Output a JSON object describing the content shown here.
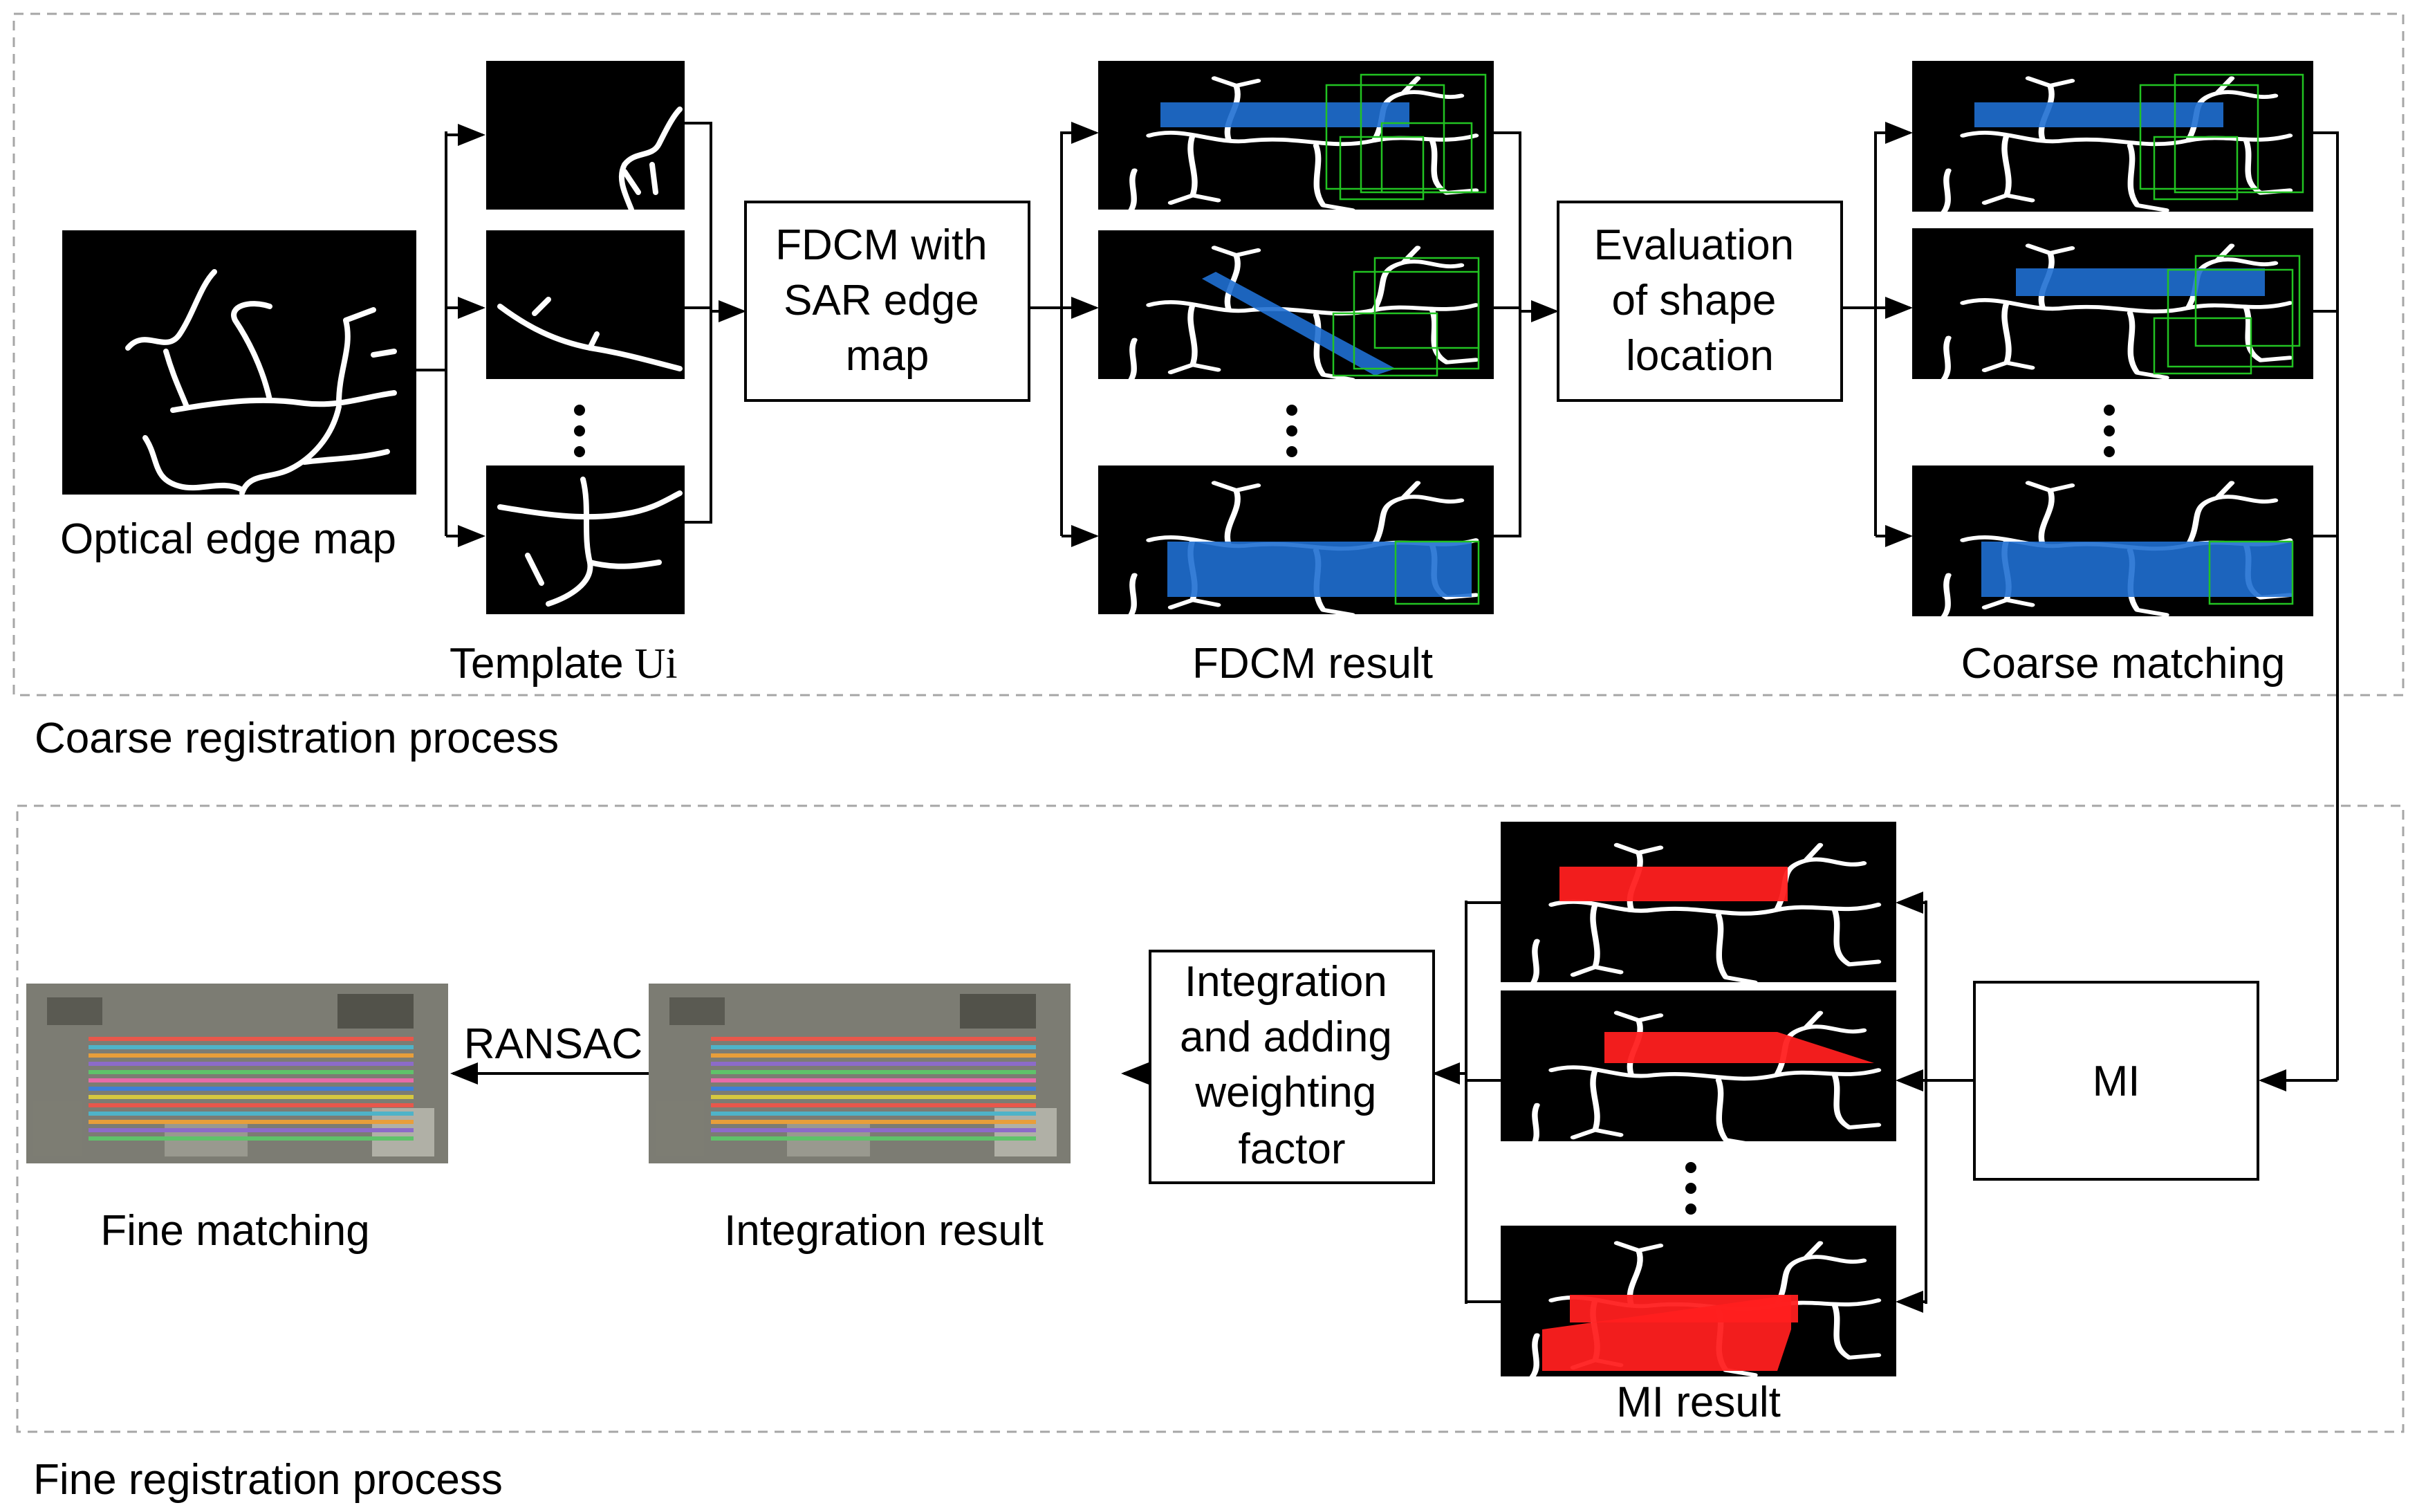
{
  "sections": {
    "coarse": "Coarse registration process",
    "fine": "Fine registration process"
  },
  "labels": {
    "optical_edge_map": "Optical edge map",
    "template": "Template",
    "template_symbol": "Ui",
    "fdcm_result": "FDCM result",
    "coarse_matching": "Coarse matching",
    "mi_result": "MI result",
    "integration_result": "Integration result",
    "fine_matching": "Fine matching",
    "ransac": "RANSAC"
  },
  "boxes": {
    "fdcm": [
      "FDCM with",
      "SAR edge",
      "map"
    ],
    "evaluation": [
      "Evaluation",
      "of shape",
      "location"
    ],
    "integration": [
      "Integration",
      "and adding",
      "weighting",
      "factor"
    ],
    "mi": "MI"
  },
  "colors": {
    "fdcm_lines": "#1f6fd1",
    "mi_lines": "#ff1f1f",
    "bounding_boxes": "#22c322",
    "section_border": "#a6a6a6"
  },
  "icons": {
    "ellipsis": "vertical-dots-icon",
    "arrowhead": "arrowhead-icon"
  }
}
